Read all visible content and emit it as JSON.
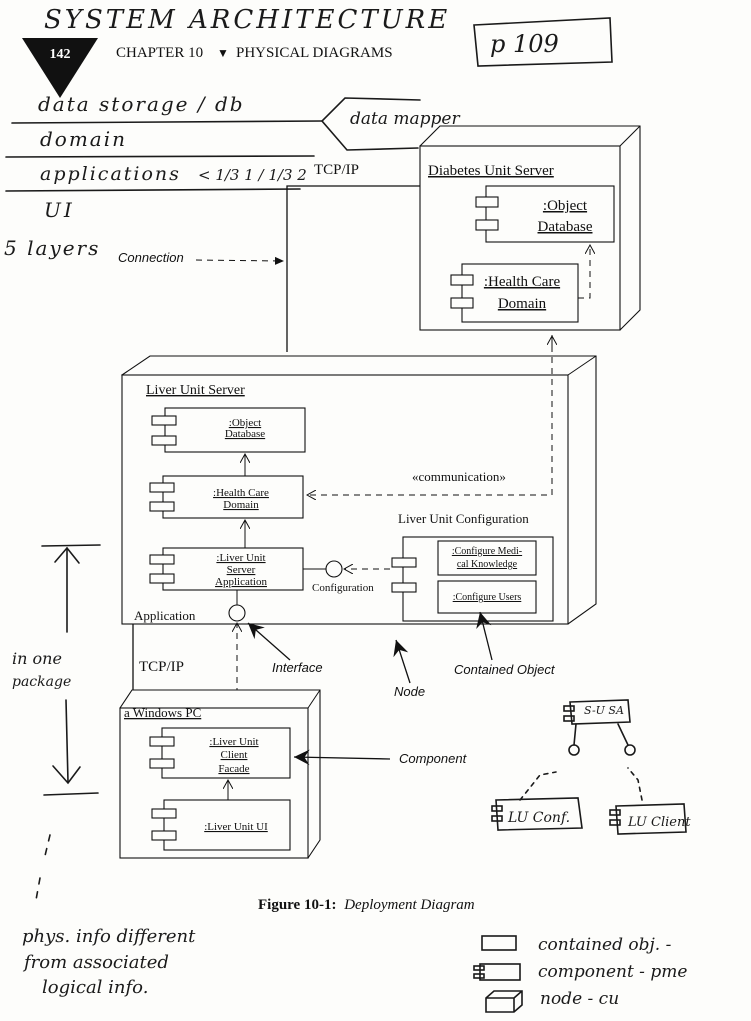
{
  "handwriting": {
    "title": "SYSTEM ARCHITECTURE",
    "page_ref": "p 109",
    "layers": [
      "data storage / db",
      "domain",
      "applications",
      "UI"
    ],
    "applications_suffix": "< 1/3 1 / 1/3 2",
    "data_mapper": "data mapper",
    "five_layers": "5 layers",
    "in_one_package": [
      "in one",
      "package"
    ],
    "phys_info": [
      "phys. info different",
      "from associated",
      "logical info."
    ],
    "mini_sa": "S-U SA",
    "mini_conf": "LU Conf.",
    "mini_client": "LU Client",
    "legend": [
      "contained obj. -",
      "component - pme",
      "node - cu"
    ]
  },
  "header": {
    "page_number": "142",
    "chapter": "CHAPTER 10",
    "section": "PHYSICAL DIAGRAMS"
  },
  "diagram": {
    "tcpip_top": "TCP/IP",
    "tcpip_bottom": "TCP/IP",
    "connection": "Connection",
    "diabetes": {
      "title": "Diabetes Unit Server",
      "object_db_1": ":Object",
      "object_db_2": "Database",
      "health_1": ":Health Care",
      "health_2": "Domain"
    },
    "liver": {
      "title": "Liver Unit Server",
      "object_db_1": ":Object",
      "object_db_2": "Database",
      "health_1": ":Health Care",
      "health_2": "Domain",
      "app_1": ":Liver Unit",
      "app_2": "Server",
      "app_3": "Application",
      "communication": "«communication»",
      "config_title": "Liver Unit Configuration",
      "configure_med_1": ":Configure Medi-",
      "configure_med_2": "cal Knowledge",
      "configure_users": ":Configure Users",
      "configuration": "Configuration",
      "application": "Application"
    },
    "interface": "Interface",
    "node": "Node",
    "contained_object": "Contained Object",
    "component": "Component",
    "windows": {
      "title": "a Windows PC",
      "client_1": ":Liver Unit",
      "client_2": "Client",
      "client_3": "Facade",
      "ui": ":Liver Unit UI"
    }
  },
  "caption": {
    "label": "Figure 10-1:",
    "text": "Deployment Diagram"
  }
}
